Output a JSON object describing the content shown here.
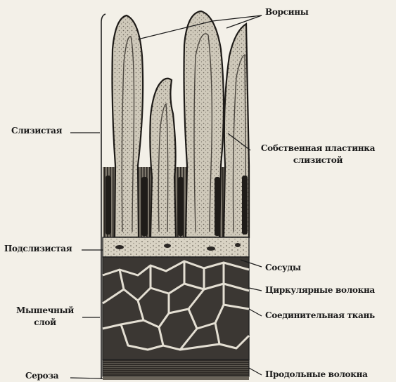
{
  "labels": {
    "villi": "Ворсины",
    "mucosa": "Слизистая",
    "lamina_propria_line1": "Собственная пластинка",
    "lamina_propria_line2": "слизистой",
    "submucosa": "Подслизистая",
    "vessels": "Сосуды",
    "circular_fibers": "Циркулярные волокна",
    "muscular_line1": "Мышечный",
    "muscular_line2": "слой",
    "connective_tissue": "Соединительная ткань",
    "serosa": "Сероза",
    "longitudinal_fibers": "Продольные волокна"
  },
  "colors": {
    "paper": "#f3f0e8",
    "ink": "#1a1a1a",
    "villus_fill": "#c9c3b4",
    "muscle_fill": "#3b3733",
    "connective": "#e4dfd3"
  }
}
